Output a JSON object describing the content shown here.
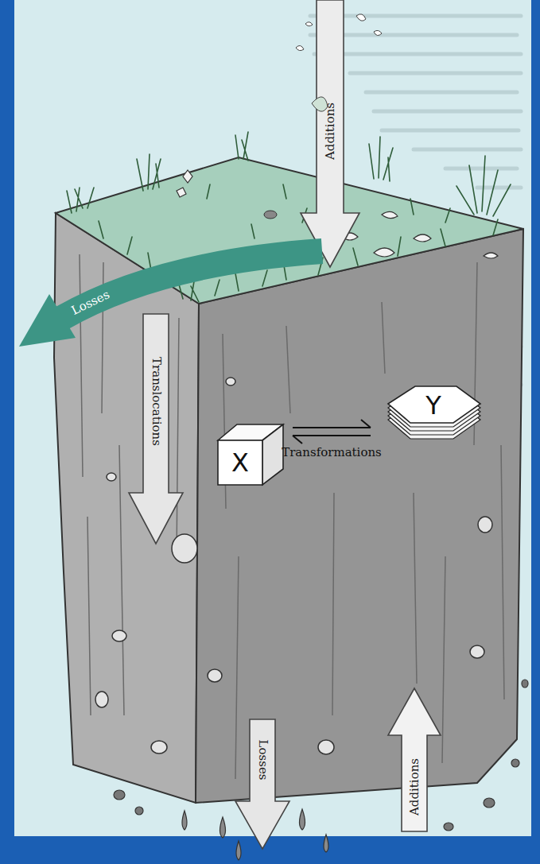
{
  "diagram": {
    "nodes": [
      {
        "text": [
          "X"
        ]
      },
      {
        "text": [
          "Y"
        ]
      }
    ],
    "edges": [
      {
        "from": 0,
        "to": 1,
        "arrow": "both",
        "label": "Transformations"
      }
    ],
    "labels": [
      "Additions",
      "Losses",
      "Translocations",
      "Losses",
      "Additions"
    ]
  }
}
